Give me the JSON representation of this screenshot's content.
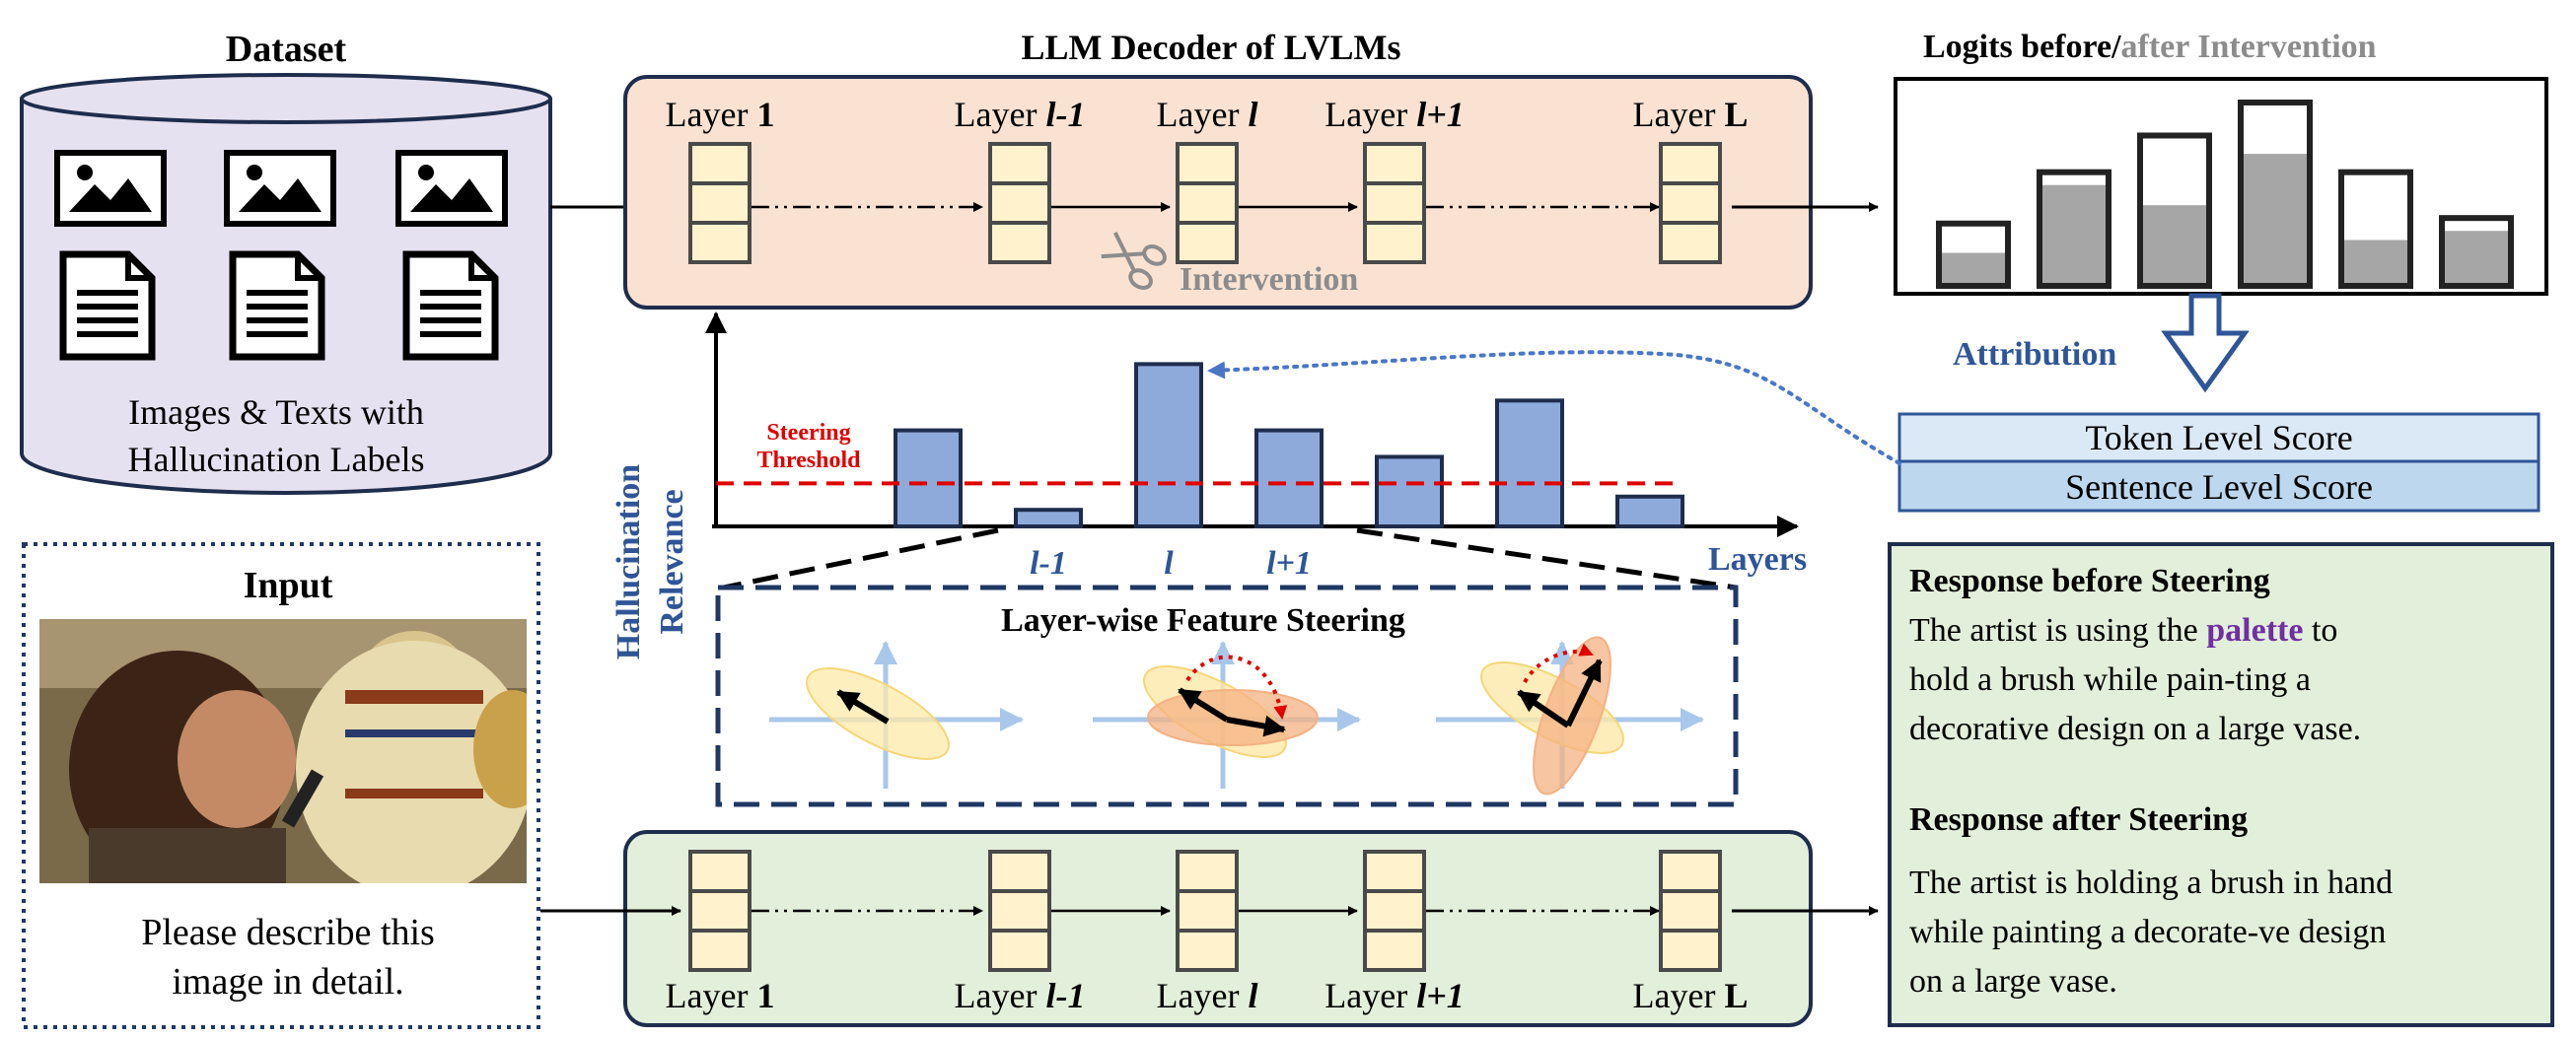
{
  "dataset": {
    "title": "Dataset",
    "caption_line1": "Images & Texts with",
    "caption_line2": "Hallucination Labels"
  },
  "decoder": {
    "title": "LLM Decoder of  LVLMs",
    "layers": [
      {
        "prefix": "Layer ",
        "index": "1",
        "style": "bold"
      },
      {
        "prefix": "Layer ",
        "index": "l-1",
        "style": "italic"
      },
      {
        "prefix": "Layer ",
        "index": "l",
        "style": "italic"
      },
      {
        "prefix": "Layer ",
        "index": "l+1",
        "style": "italic"
      },
      {
        "prefix": "Layer ",
        "index": "L",
        "style": "bold"
      }
    ],
    "intervention_label": "Intervention"
  },
  "logits": {
    "title_before": "Logits before/",
    "title_after": "after Intervention",
    "before_values": [
      0.34,
      0.62,
      0.82,
      1.0,
      0.62,
      0.37
    ],
    "after_values": [
      0.18,
      0.55,
      0.44,
      0.72,
      0.25,
      0.3
    ]
  },
  "attribution": {
    "label": "Attribution",
    "token_score": "Token Level Score",
    "sentence_score": "Sentence Level Score"
  },
  "relevance_chart": {
    "ylabel_line1": "Hallucination",
    "ylabel_line2": "Relevance",
    "xlabel": "Layers",
    "threshold_line1": "Steering",
    "threshold_line2": "Threshold",
    "threshold_value": 0.26,
    "values": [
      0.58,
      0.1,
      0.98,
      0.58,
      0.42,
      0.76,
      0.18
    ],
    "tick_labels": [
      {
        "bar": 1,
        "label": "l-1"
      },
      {
        "bar": 2,
        "label": "l"
      },
      {
        "bar": 3,
        "label": "l+1"
      }
    ]
  },
  "steering": {
    "title": "Layer-wise Feature Steering"
  },
  "input": {
    "title": "Input",
    "prompt_line1": "Please describe this",
    "prompt_line2": "image in detail."
  },
  "responses": {
    "before_title": "Response before Steering",
    "before_line1_pre": "The artist is using the ",
    "before_highlight": "palette",
    "before_line1_post": " to",
    "before_line2": "hold a brush while pain-ting a",
    "before_line3": "decorative design on a large vase.",
    "after_title": "Response after Steering",
    "after_line1": "The artist is holding a brush in hand",
    "after_line2": "while painting a decorate-ve design",
    "after_line3": "on a large vase."
  },
  "colors": {
    "dataset_fill": "#e6e1f0",
    "decoder_fill": "#f9e2d2",
    "layer_cell": "#fff2cc",
    "green_panel": "#e2efda",
    "bar_blue": "#8eaadb",
    "accent_blue": "#2f5597",
    "threshold_red": "#e00000",
    "score_fill": "#c9ddf0",
    "highlight_purple": "#7030a0",
    "gray_text": "#8c8c8c"
  }
}
